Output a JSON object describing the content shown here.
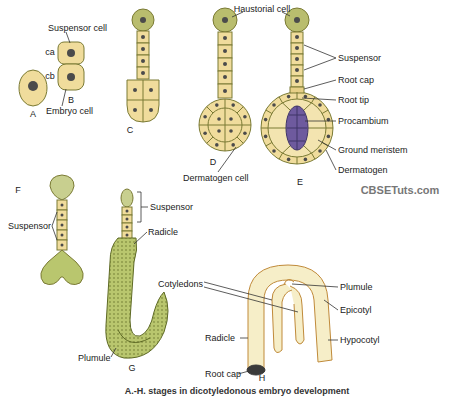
{
  "diagram": {
    "caption": "A.-H. stages in dicotyledonous embryo development",
    "labels": [
      "Suspensor cell",
      "ca",
      "cb",
      "B",
      "Embryo cell",
      "A",
      "C",
      "Haustorial cell",
      "Suspensor",
      "Root cap",
      "Root tip",
      "Procambium",
      "Ground meristem",
      "Dermatogen cell",
      "D",
      "E",
      "Dermatogen",
      "CBSETuts.com",
      "F",
      "Suspensor",
      "Suspensor",
      "Radicle",
      "Cotyledons",
      "Plumule",
      "G",
      "Plumule",
      "Epicotyl",
      "Hypocotyl",
      "Radicle",
      "Root cap",
      "H"
    ]
  }
}
